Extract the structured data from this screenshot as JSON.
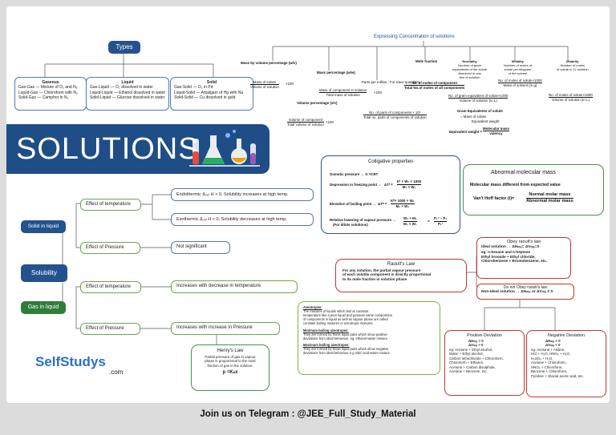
{
  "types": {
    "title": "Types",
    "gaseous": {
      "heading": "Gaseous",
      "lines": [
        "Gas-Gas — Mixture of O₂ and N₂",
        "Liquid-Gas — Chloroform with N₂",
        "Solid-Gas — Camphor in N₂"
      ]
    },
    "liquid": {
      "heading": "Liquid",
      "lines": [
        "Gas-Liquid — O₂ dissolved in water",
        "Liquid-Liquid — Ethanol dissolved in water",
        "Solid-Liquid — Glucose dissolved in water"
      ]
    },
    "solid": {
      "heading": "Solid",
      "lines": [
        "Gas-Solid — O₂ in Pd",
        "Liquid-Solid — Amalgam of Hg with Na",
        "Solid-Solid — Cu dissolved in gold"
      ]
    }
  },
  "concentration": {
    "title": "Expressing Concentration of solutions",
    "mass_by_volume": {
      "label": "Mass by volume percentage (w/v)",
      "num": "Mass of solute",
      "den": "Volume of solution",
      "tail": "×100"
    },
    "mass_percentage": {
      "label": "Mass percentage (w/w)",
      "num": "Mass of component in solution",
      "den": "Total mass of solution",
      "tail": "×100"
    },
    "volume_percentage": {
      "label": "Volume percentage (v/v)",
      "num": "Volume of component",
      "den": "Total volume of solution",
      "tail": "×100"
    },
    "ppm": {
      "label": "Parts per million : For trace quantities",
      "num": "No. of parts of components × 10⁶",
      "den": "Total no. parts of components of solution"
    },
    "mole_fraction": {
      "label": "Mole fraction",
      "num": "No. of moles of component",
      "den": "Total No.of moles of all components"
    },
    "normality": {
      "lines": [
        "Normality",
        "Number of gram",
        "equivalents of the solute",
        "dissolved in one",
        "litre of solution"
      ],
      "num": "No. of gram equivalent of solute×1000",
      "den": "Volume of solution (in L)",
      "gram_eq": "Gram Equivalents of solute",
      "mass_eq": "= Mass of solute",
      "eq_weight": "Equivalent weight",
      "ew_num": "Molecular mass",
      "ew_den": "valency",
      "ew_lhs": "Equivalent weight ="
    },
    "molality": {
      "lines": [
        "Molality",
        "Number of moles of",
        "solute per kilogram",
        "of the solvent"
      ],
      "num": "No. of moles of solute×1000",
      "den": "Mass of solvent (in g)"
    },
    "molarity": {
      "lines": [
        "Molarity",
        "Number of moles",
        "of solute in 1L solution"
      ],
      "num": "No. of moles of solute×1000",
      "den": "Volume of solution (in L)"
    }
  },
  "solutions_banner": "SOLUTIONS",
  "colligative": {
    "title": "Colligative properties",
    "osmotic": "Osmotic pressure → π =CRT",
    "freezing": {
      "label": "Depression in freezing point →",
      "lhs": "ΔTᶠ =",
      "num": "Kᶠ × W₂ × 1000",
      "den": "M₂ × W₁"
    },
    "boiling": {
      "label": "Elevation of boiling point →",
      "lhs": "ΔTᵇ =",
      "num": "Kᵇ× 1000 × W₂",
      "den": "M₂ × W₁"
    },
    "vapour": {
      "label": "Relative lowering of vapour pressure →",
      "sub": "(For dilute solutions)",
      "num": "W₂ × M₁",
      "den": "M₂ × W₁",
      "eq": "=",
      "num2": "P₁° − P₁",
      "den2": "P₁°"
    }
  },
  "abnormal": {
    "title": "Abnormal molecular mass",
    "line1": "Molecular mass different from expected value",
    "vhf": "Van't Hoff factor (i)=",
    "num": "Normal molar mass",
    "den": "Abnormal molar mass"
  },
  "solubility": {
    "center": "Solubility",
    "solid_in_liquid": "Solid in liquid",
    "gas_in_liquid": "Gas in liquid",
    "effect_temp": "Effect of temperature",
    "effect_pressure": "Effect of Pressure",
    "endo": "Endothermic Δₛₒₗ H > 0, Solubility increases at high temp.",
    "exo": "Exothermic Δₛₒₗ H < 0, Solubility decreases at high temp.",
    "not_significant": "Not significant",
    "gas_temp": "Increases with decrease in temperature",
    "gas_pressure": "Increases with increase in Pressure"
  },
  "henry": {
    "title": "Henry's Law",
    "lines": [
      "Partial pressure of gas in vapour",
      "phase is proportional to the mole",
      "fraction of gas in the solution."
    ],
    "formula": "p =Kₕx"
  },
  "raoult": {
    "title": "Raoult's Law",
    "lines": [
      "For any solution, the partial vapour pressure",
      "of each volatile component is directly proportional",
      "to its mole fraction in solution phase"
    ]
  },
  "obey": {
    "title": "Obey raoult's law",
    "lines": [
      "Ideal solution → ΔHₘᵢₓ= ΔVₘᵢₓ=0",
      "eg:   n-hexane and n-heptane",
      "Ethyl bromide + Ethyl chloride,",
      "Chlorobenzene + Bromobenzene, etc."
    ]
  },
  "not_obey": {
    "title": "Do not Obey raoult's law",
    "line": "Non-Ideal solution → ΔHₘᵢₓ or ΔVₘᵢₓ ≠ 0"
  },
  "azeotropes": {
    "lines": [
      "Azeotropes:",
      "The mixtures of liquids which boil at constant",
      "temperature like a pure liquid and possess same composition",
      "of components in liquid as well as vapour phase are called",
      "constant boiling mixtures or azeotropic mixtures.",
      "",
      "Minimum boiling azeotropes:",
      "They are formed by those liquid pairs which show positive",
      "deviations from ideal behaviour. eg: ethanol-water mixture.",
      "",
      "Maximum boiling azeotropes:",
      "They are formed by those liquid pairs which show negative",
      "deviations from ideal behaviour e.g nitric acid-water mixture."
    ]
  },
  "positive": {
    "title": "Positive Deviation",
    "lines": [
      "ΔHₘᵢₓ > 0",
      "ΔVₘᵢₓ > 0",
      "eg: Acetone + Ethyl alcohol,",
      "Water + Ethyl alcohol,",
      "Carbon tetrachloride + Chloroform,",
      "Chloroform + Ethanol,",
      "Acetone + Carbon disulphide,",
      "Acetone + Benzene, etc."
    ]
  },
  "negative": {
    "title": "Negative Deviation",
    "lines": [
      "ΔHₘᵢₓ < 0",
      "ΔVₘᵢₓ < 0",
      "eg: Acetone + Aniline,",
      "HCl + H₂O, HNO₃ + H₂O,",
      "H₂SO₄ + H₂O,",
      "Acetone + Chloroform,",
      "HNO₃ + Chloroform,",
      "Benzene + Chloroform,",
      "Pyridine + Glacial acetic acid, etc."
    ]
  },
  "brand": {
    "self": "SelfStudys",
    "com": ".com"
  },
  "telegram": "Join us on Telegram : @JEE_Full_Study_Material",
  "colors": {
    "blue": "#24528e",
    "green": "#2f7d3a",
    "brand_blue": "#2a6fc9"
  }
}
